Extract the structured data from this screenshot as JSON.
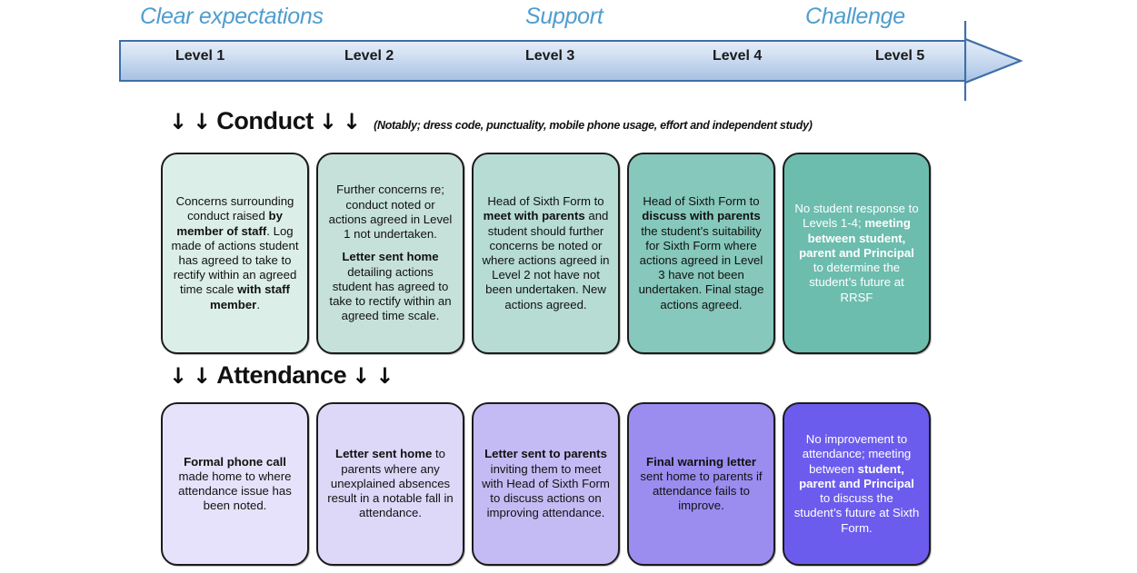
{
  "colors": {
    "phase_label": "#4f9dce",
    "arrow_fill_top": "#e4edf8",
    "arrow_fill_bottom": "#a8c2e2",
    "arrow_border": "#3f6fa8",
    "card_border": "#1b1b1b",
    "conduct_scale": [
      "#dceee8",
      "#c6e1d9",
      "#b6dcd3",
      "#86c8bb",
      "#6cbdae"
    ],
    "attendance_scale": [
      "#e6e2fb",
      "#ddd7f8",
      "#c5bbf4",
      "#9b8cf0",
      "#6c5ced"
    ]
  },
  "banner": {
    "phases": [
      {
        "label": "Clear expectations"
      },
      {
        "label": "Support"
      },
      {
        "label": "Challenge"
      }
    ],
    "levels": [
      {
        "label": "Level 1"
      },
      {
        "label": "Level 2"
      },
      {
        "label": "Level 3"
      },
      {
        "label": "Level 4"
      },
      {
        "label": "Level 5"
      }
    ]
  },
  "sections": [
    {
      "id": "conduct",
      "title": "Conduct",
      "note": "(Notably; dress code, punctuality, mobile phone usage, effort and independent study)",
      "arrow_glyph": "↓",
      "cards": [
        {
          "level": "Level 1",
          "fill": "#dceee8",
          "light_text": false,
          "html": "Concerns surrounding conduct raised <b>by member of staff</b>. Log made of actions student has agreed to take to rectify within an agreed time scale <b>with staff member</b>."
        },
        {
          "level": "Level 2",
          "fill": "#c6e1d9",
          "light_text": false,
          "html": "Further concerns re; conduct noted or actions agreed in Level 1 not undertaken.<span class=\"gap\"></span><b>Letter sent home</b> detailing actions student has agreed to take to rectify within an agreed time  scale."
        },
        {
          "level": "Level 3",
          "fill": "#b6dcd3",
          "light_text": false,
          "html": "Head of Sixth Form to <b>meet with parents</b> and student should further concerns be noted or where actions agreed in Level 2 not have not been undertaken. New actions agreed."
        },
        {
          "level": "Level 4",
          "fill": "#86c8bb",
          "light_text": false,
          "html": "Head of Sixth Form to <b>discuss with parents</b> the student&rsquo;s suitability for Sixth Form where actions agreed in Level 3 have not been undertaken. Final stage actions agreed."
        },
        {
          "level": "Level 5",
          "fill": "#6cbdae",
          "light_text": true,
          "html": "No student response to  Levels 1-4;  <b>meeting between student, parent and Principal</b> to determine the student&rsquo;s future at RRSF"
        }
      ]
    },
    {
      "id": "attendance",
      "title": "Attendance",
      "note": "",
      "arrow_glyph": "↓",
      "cards": [
        {
          "level": "Level 1",
          "fill": "#e6e2fb",
          "light_text": false,
          "html": "<b>Formal phone call</b> made home to where attendance issue has been noted."
        },
        {
          "level": "Level 2",
          "fill": "#ddd7f8",
          "light_text": false,
          "html": "<b>Letter sent home</b> to parents where any unexplained absences result in a notable fall in attendance."
        },
        {
          "level": "Level 3",
          "fill": "#c5bbf4",
          "light_text": false,
          "html": "<b>Letter sent to parents</b> inviting them to meet with Head of Sixth Form to discuss actions on improving attendance."
        },
        {
          "level": "Level 4",
          "fill": "#9b8cf0",
          "light_text": false,
          "html": "<b>Final warning letter</b> sent home to parents if attendance fails to improve."
        },
        {
          "level": "Level 5",
          "fill": "#6c5ced",
          "light_text": true,
          "html": "No improvement to attendance; meeting between <b>student, parent and Principal</b> to  discuss the<br>student&rsquo;s future at Sixth Form."
        }
      ]
    }
  ]
}
